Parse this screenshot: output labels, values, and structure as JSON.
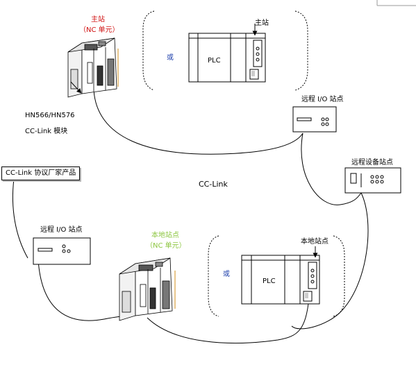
{
  "master": {
    "title": "主站",
    "subtitle": "（NC 单元）",
    "or_label": "或",
    "plc_label": "PLC",
    "plc_arrow_label": "主站",
    "module_line1": "HN566/HN576",
    "module_line2": "CC-Link 模块"
  },
  "remote_io_top": {
    "label": "远程 I/O 站点"
  },
  "remote_device": {
    "label": "远程设备站点"
  },
  "vendor_box": {
    "label": "CC-Link 协议厂家产品"
  },
  "network": {
    "label": "CC-Link"
  },
  "remote_io_bottom": {
    "label": "远程 I/O 站点"
  },
  "local": {
    "title": "本地站点",
    "subtitle": "（NC 单元）",
    "or_label": "或",
    "plc_label": "PLC",
    "plc_arrow_label": "本地站点"
  },
  "colors": {
    "master_title": "#d01010",
    "local_title": "#8cc63f",
    "or_text": "#1a3caa"
  }
}
